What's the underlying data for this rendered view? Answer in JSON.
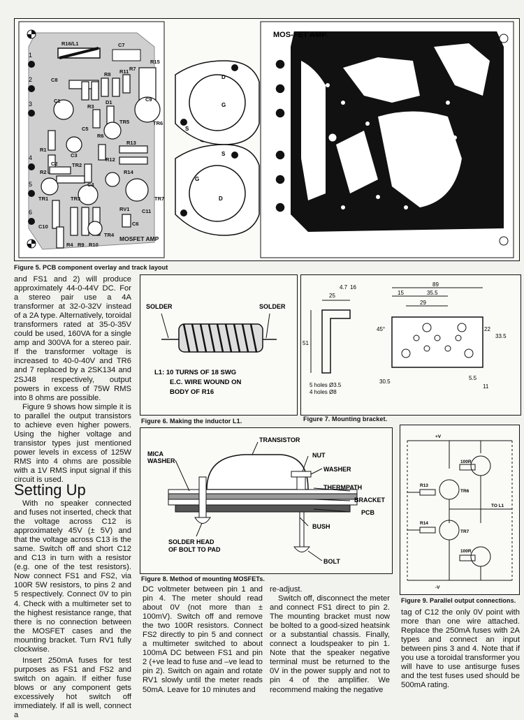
{
  "pcb": {
    "caption": "Figure 5. PCB component overlay and track layout",
    "title": "MOS-FET AMP.",
    "footer_label": "MOSFET AMP",
    "pins": [
      "1",
      "2",
      "3",
      "4",
      "5",
      "6"
    ],
    "components": [
      "R16/L1",
      "C7",
      "R15",
      "C8",
      "R8",
      "R11",
      "R7",
      "C1",
      "R3",
      "D1",
      "C9",
      "TR6",
      "R6",
      "TR5",
      "C5",
      "R1",
      "R2",
      "C3",
      "TR2",
      "R12",
      "R13",
      "C2",
      "C4",
      "R14",
      "TR1",
      "TR3",
      "RV1",
      "C11",
      "TR7",
      "C10",
      "C6",
      "R4",
      "R9",
      "R10",
      "TR4"
    ],
    "mosfet_labels": [
      "D",
      "G",
      "S",
      "S",
      "G",
      "D"
    ]
  },
  "fig6": {
    "caption": "Figure 6. Making the inductor L1.",
    "solder_left": "SOLDER",
    "solder_right": "SOLDER",
    "note_line1": "L1: 10 TURNS OF 18 SWG",
    "note_line2": "E.C. WIRE WOUND ON",
    "note_line3": "BODY OF R16"
  },
  "fig7": {
    "caption": "Figure 7. Mounting bracket.",
    "dims": [
      "25",
      "89",
      "15",
      "35.5",
      "29",
      "22",
      "33.5",
      "45°",
      "51",
      "5.5",
      "11",
      "30.5",
      "4.7",
      "16"
    ],
    "holes_line1": "5 holes Ø3.5",
    "holes_line2": "4 holes Ø8"
  },
  "fig8": {
    "caption": "Figure 8. Method of mounting MOSFETs.",
    "labels": [
      "TRANSISTOR",
      "NUT",
      "WASHER",
      "MICA",
      "WASHER",
      "THERMPATH",
      "BRACKET",
      "PCB",
      "BUSH",
      "BOLT",
      "SOLDER HEAD",
      "OF BOLT TO PAD"
    ]
  },
  "fig9": {
    "caption": "Figure 9. Parallel output connections.",
    "labels": [
      "+V",
      "100R",
      "R13",
      "TR6",
      "TO L1",
      "R14",
      "TR7",
      "100R",
      "-V"
    ]
  },
  "text": {
    "col1_p1": "and FS1 and 2) will produce approximately 44-0-44V DC. For a stereo pair use a 4A transformer at 32-0-32V instead of a 2A type. Alternatively, toroidal transformers rated at 35-0-35V could be used, 160VA for a single amp and 300VA for a stereo pair. If the transformer voltage is increased to 40-0-40V and TR6 and 7 replaced by a 2SK134 and 2SJ48 respectively, output powers in excess of 75W RMS into 8 ohms are possible.",
    "col1_p2": "Figure 9 shows how simple it is to parallel the output transistors to achieve even higher powers. Using the higher voltage and transistor types just mentioned power levels in excess of 125W RMS into 4 ohms are possible with a 1V RMS input signal if this circuit is used.",
    "heading": "Setting Up",
    "col1_p3": "With no speaker connected and fuses not inserted, check that the voltage across C12 is approximately 45V (± 5V) and that the voltage across C13 is the same. Switch off and short C12 and C13 in turn with a resistor (e.g. one of the test resistors). Now connect FS1 and FS2, via 100R 5W resistors, to pins 2 and 5 respectively. Connect 0V to pin 4. Check with a multimeter set to the highest resistance range, that there is no connection between the MOSFET cases and the mounting bracket. Turn RV1 fully clockwise.",
    "col1_p4": "Insert 250mA fuses for test purposes as FS1 and FS2 and switch on again. If either fuse blows or any component gets excessively hot switch off immediately. If all is well, connect a",
    "col2_p1": "DC voltmeter between pin 1 and pin 4. The meter should read about 0V (not more than ± 100mV). Switch off and remove the two 100R resistors. Connect FS2 directly to pin 5 and connect a multimeter switched to about 100mA DC between FS1 and pin 2 (+ve lead to fuse and –ve lead to pin 2). Switch on again and rotate RV1 slowly until the meter reads 50mA. Leave for 10 minutes and",
    "col3_p1": "re-adjust.",
    "col3_p2": "Switch off, disconnect the meter and connect FS1 direct to pin 2. The mounting bracket must now be bolted to a good-sized heatsink or a substantial chassis. Finally, connect a loudspeaker to pin 1. Note that the speaker negative terminal must be returned to the 0V in the power supply and not to pin 4 of the amplifier. We recommend making the negative",
    "col4_p1": "tag of C12 the only 0V point with more than one wire attached. Replace the 250mA fuses with 2A types and connect an input between pins 3 and 4. Note that if you use a toroidal transformer you will have to use antisurge fuses and the test fuses used should be 500mA rating."
  }
}
